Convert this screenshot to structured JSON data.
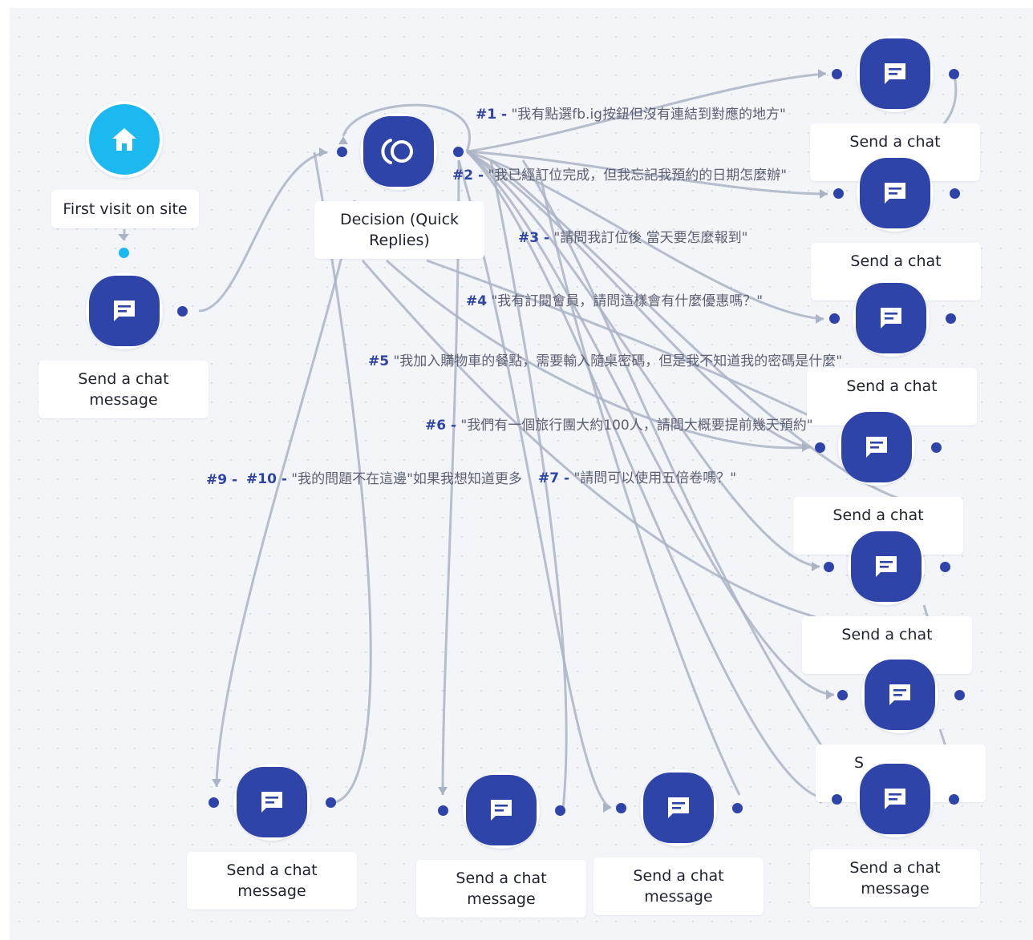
{
  "nodes": {
    "start": {
      "label": "First visit on site",
      "icon": "home-icon"
    },
    "intro_message": {
      "label": "Send a chat message",
      "icon": "chat-icon"
    },
    "decision": {
      "label": "Decision (Quick Replies)",
      "icon": "decision-icon"
    },
    "reply_1": {
      "label": "Send a chat",
      "icon": "chat-icon"
    },
    "reply_2": {
      "label": "Send a chat",
      "icon": "chat-icon"
    },
    "reply_3": {
      "label": "Send a chat",
      "icon": "chat-icon"
    },
    "reply_4": {
      "label": "Send a chat",
      "icon": "chat-icon"
    },
    "reply_5": {
      "label": "Send a chat",
      "icon": "chat-icon"
    },
    "reply_6": {
      "label": "S",
      "icon": "chat-icon"
    },
    "reply_7": {
      "label": "Send a chat message",
      "icon": "chat-icon"
    },
    "bottom_1": {
      "label": "Send a chat message",
      "icon": "chat-icon"
    },
    "bottom_2": {
      "label": "Send a chat message",
      "icon": "chat-icon"
    },
    "bottom_3": {
      "label": "Send a chat message",
      "icon": "chat-icon"
    }
  },
  "edge_labels": {
    "q1": {
      "num": "#1 -",
      "text": "\"我有點選fb.ig按鈕但沒有連結到對應的地方\""
    },
    "q2": {
      "num": "#2 -",
      "text": "\"我已經訂位完成，但我忘記我預約的日期怎麼辦\""
    },
    "q3": {
      "num": "#3 -",
      "text": "\"請問我訂位後 當天要怎麼報到\""
    },
    "q4": {
      "num": "#4",
      "text": "\"我有訂閱會員，請問這樣會有什麼優惠嗎？\""
    },
    "q5": {
      "num": "#5",
      "text": "\"我加入購物車的餐點，需要輸入隨桌密碼，但是我不知道我的密碼是什麼\""
    },
    "q6": {
      "num": "#6 -",
      "text": "\"我們有一個旅行團大約100人，請問大概要提前幾天預約\""
    },
    "q7": {
      "num": "#7 -",
      "text": "\"請問可以使用五倍卷嗎？\""
    },
    "q9": {
      "num": "#9 -",
      "text": ""
    },
    "q10": {
      "num": "#10 -",
      "text": "\"我的問題不在這邊\"如果我想知道更多"
    }
  },
  "colors": {
    "canvas_bg": "#f3f5f9",
    "node_blue": "#2e44a8",
    "start_cyan": "#1cb9f0",
    "edge_gray": "#aab3c4",
    "label_num": "#2e44a8"
  }
}
